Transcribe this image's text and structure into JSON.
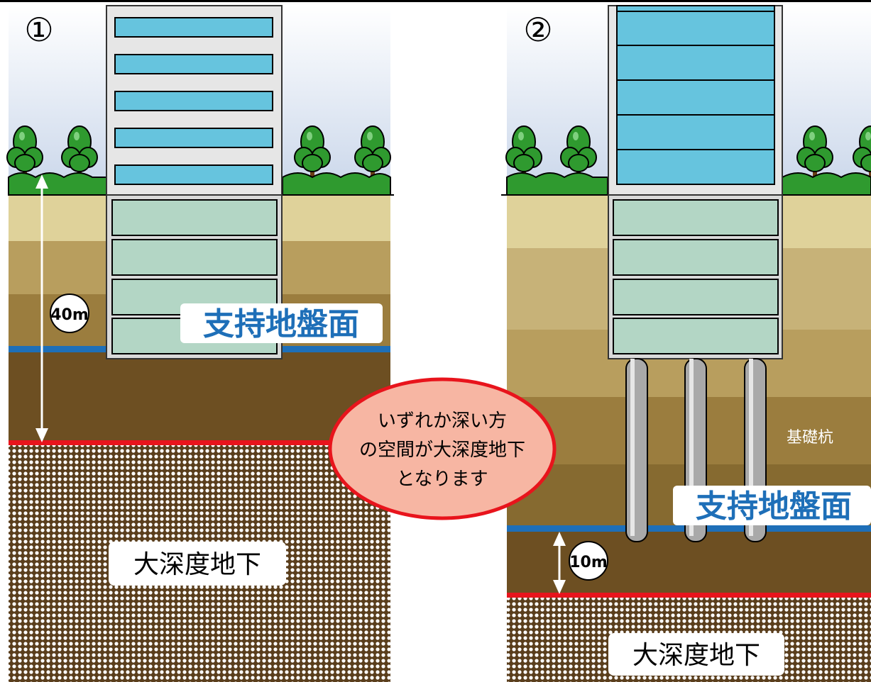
{
  "panel1": {
    "number": "①",
    "depth_label": "40m",
    "bearing_label": "支持地盤面",
    "deep_label": "大深度地下"
  },
  "panel2": {
    "number": "②",
    "depth_label": "10m",
    "bearing_label": "支持地盤面",
    "deep_label": "大深度地下",
    "pile_label": "基礎杭"
  },
  "callout": {
    "line1": "いずれか深い方",
    "line2": "の空間が大深度地下",
    "line3": "となります"
  },
  "colors": {
    "bearing_line": "#1e6fb8",
    "deep_line": "#e8141c",
    "callout_fill": "#f7b6a3",
    "callout_border": "#e8141c",
    "glass": "#66c4de",
    "basement": "#b3d6c5"
  }
}
